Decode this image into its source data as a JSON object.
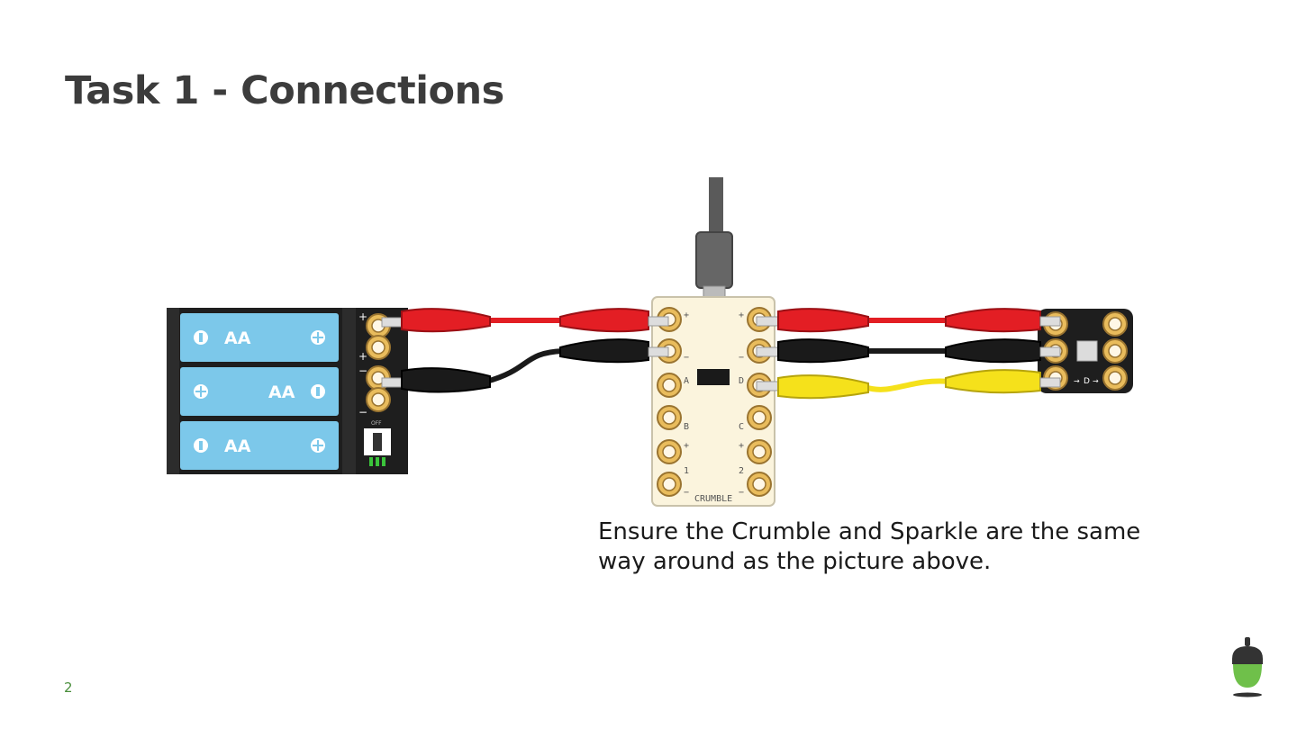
{
  "slide": {
    "title": "Task 1 - Connections",
    "caption_line1": "Ensure the Crumble and Sparkle are the same",
    "caption_line2": "way around as the picture above.",
    "page_number": "2"
  },
  "battery_pack": {
    "cells": [
      {
        "label": "AA",
        "orientation": "minus-left"
      },
      {
        "label": "AA",
        "orientation": "plus-left"
      },
      {
        "label": "AA",
        "orientation": "minus-left"
      }
    ],
    "switch_label": "OFF"
  },
  "crumble": {
    "name": "CRUMBLE",
    "left_pins": [
      "+",
      "−",
      "A",
      "B",
      "+",
      "−"
    ],
    "right_pins": [
      "+",
      "−",
      "D",
      "C",
      "+",
      "−"
    ],
    "bottom_labels": [
      "1",
      "2"
    ]
  },
  "sparkle": {
    "data_label": "D"
  },
  "wires": [
    {
      "color": "#e31e24",
      "from": "battery +",
      "to": "crumble +"
    },
    {
      "color": "#1a1a1a",
      "from": "battery −",
      "to": "crumble −"
    },
    {
      "color": "#e31e24",
      "from": "crumble +",
      "to": "sparkle +"
    },
    {
      "color": "#1a1a1a",
      "from": "crumble −",
      "to": "sparkle −"
    },
    {
      "color": "#f5e11b",
      "from": "crumble D",
      "to": "sparkle D"
    }
  ],
  "colors": {
    "title": "#3c3c3c",
    "battery_cell": "#7cc8ea",
    "board_pad": "#e9bc5c",
    "accent_green": "#4a8f3c"
  }
}
